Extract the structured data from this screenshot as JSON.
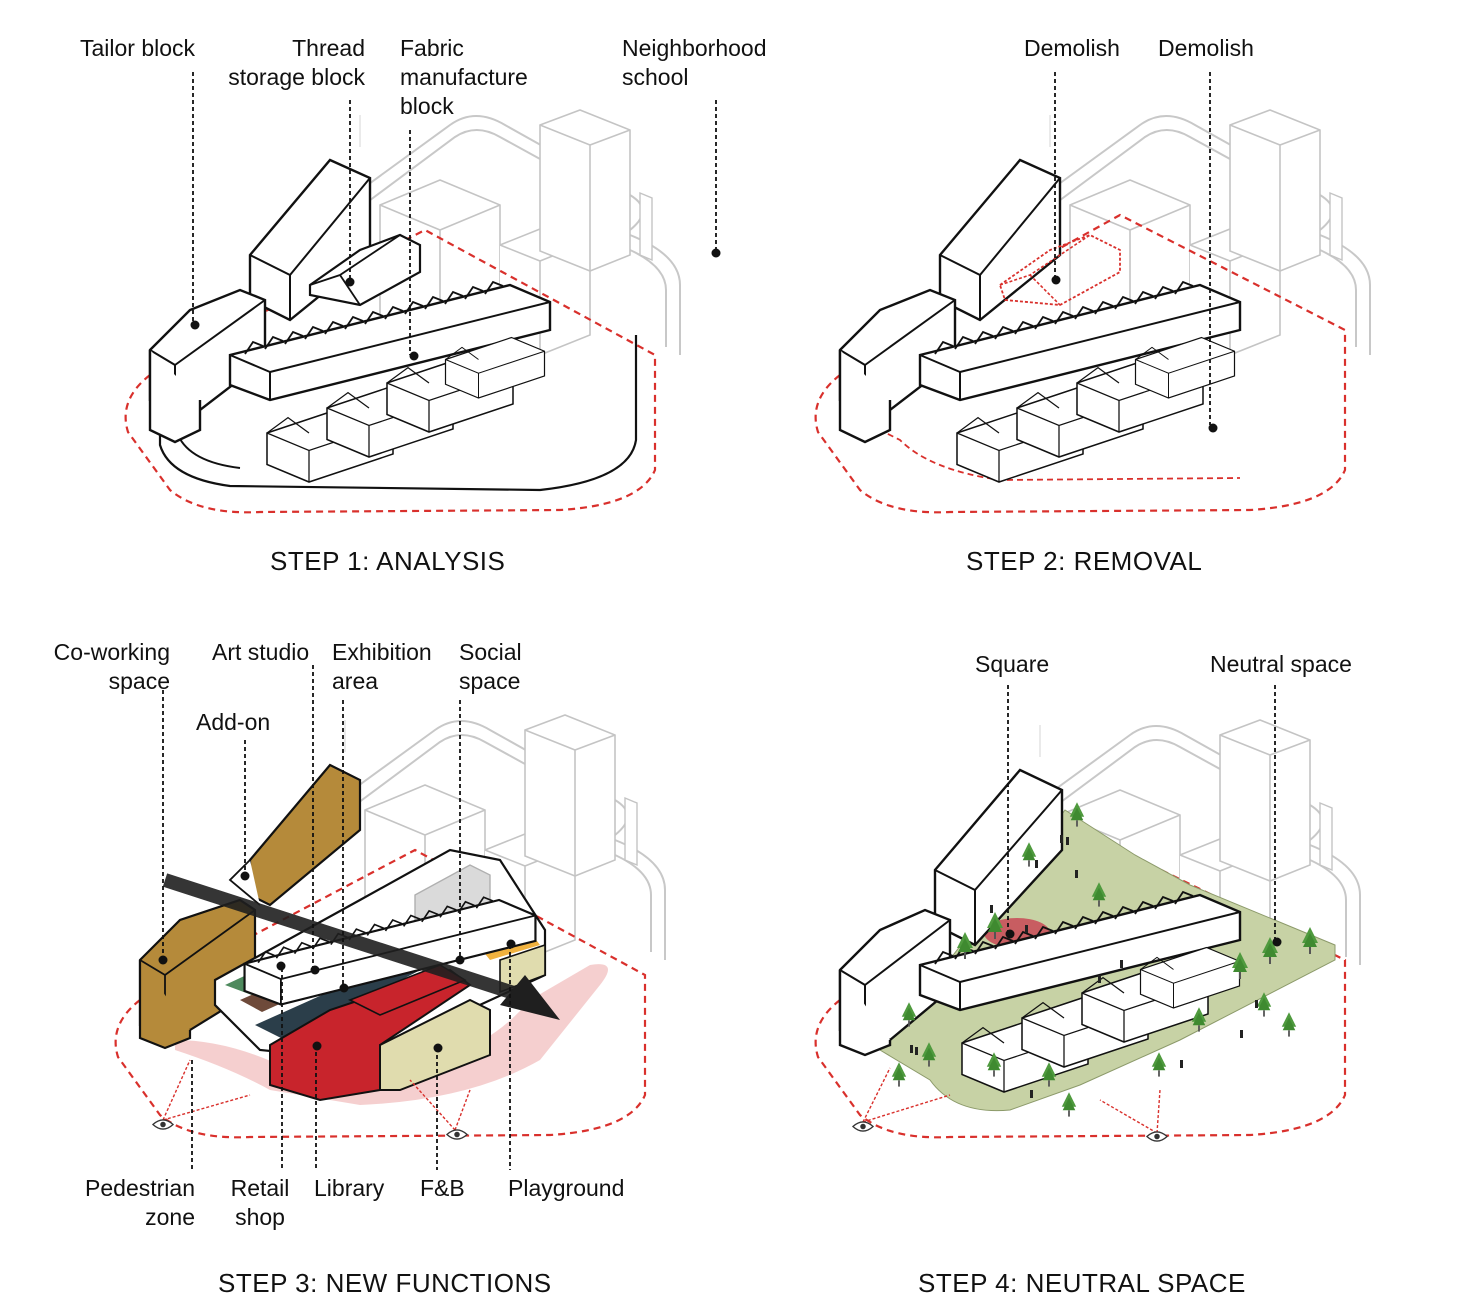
{
  "panels": [
    {
      "id": "step1",
      "caption": "STEP 1: ANALYSIS",
      "labels": [
        "Tailor block",
        "Thread\nstorage block",
        "Fabric\nmanufacture\nblock",
        "Neighborhood\nschool"
      ]
    },
    {
      "id": "step2",
      "caption": "STEP 2: REMOVAL",
      "labels": [
        "Demolish",
        "Demolish"
      ]
    },
    {
      "id": "step3",
      "caption": "STEP 3: NEW FUNCTIONS",
      "labels_top": [
        "Co-working\nspace",
        "Add-on",
        "Art studio",
        "Exhibition\narea",
        "Social\nspace"
      ],
      "labels_bottom": [
        "Pedestrian\nzone",
        "Retail\nshop",
        "Library",
        "F&B",
        "Playground"
      ]
    },
    {
      "id": "step4",
      "caption": "STEP 4: NEUTRAL SPACE",
      "labels": [
        "Square",
        "Neutral space"
      ]
    }
  ],
  "colors": {
    "outline": "#111111",
    "context": "#c8c8c8",
    "site_boundary": "#d9302c",
    "coworking": "#b58a3a",
    "retail": "#6e4a3a",
    "art_studio": "#4e8a5e",
    "exhibition": "#2b3e4a",
    "library": "#c8242c",
    "fnb": "#e0dcae",
    "social": "#88aed0",
    "playground": "#f1b23e",
    "addon": "#dadada",
    "pedestrian": "#f3c7c7",
    "green": "#c7d2a5",
    "tree": "#4f9a3e",
    "square": "#c8505a",
    "people": "#222222"
  },
  "icons": [
    "eye-icon",
    "eye-icon",
    "eye-icon",
    "eye-icon"
  ]
}
